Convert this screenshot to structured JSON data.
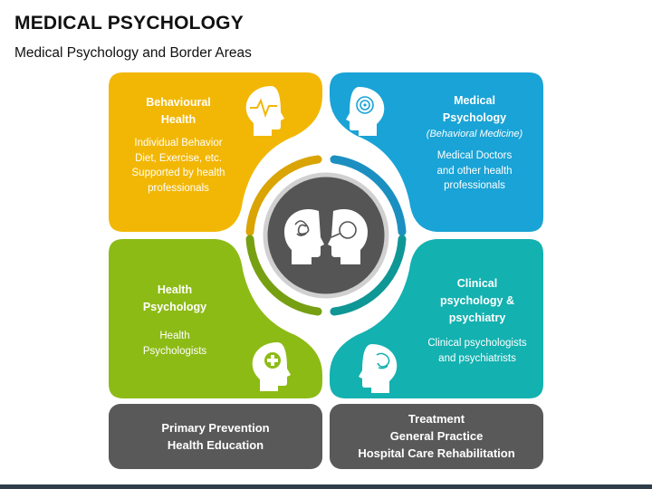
{
  "header": {
    "title": "MEDICAL PSYCHOLOGY",
    "subtitle": "Medical Psychology and Border Areas"
  },
  "quadrants": {
    "top_left": {
      "title_line1": "Behavioural",
      "title_line2": "Health",
      "body_line1": "Individual Behavior",
      "body_line2": "Diet, Exercise, etc.",
      "body_line3": "Supported by health",
      "body_line4": "professionals",
      "color": "#f2b705",
      "icon": "brain-pulse-icon"
    },
    "top_right": {
      "title_line1": "Medical",
      "title_line2": "Psychology",
      "subtitle": "(Behavioral Medicine)",
      "body_line1": "Medical Doctors",
      "body_line2": "and other health",
      "body_line3": "professionals",
      "color": "#1aa3d6",
      "icon": "maze-head-icon"
    },
    "bottom_left": {
      "title_line1": "Health",
      "title_line2": "Psychology",
      "body_line1": "Health",
      "body_line2": "Psychologists",
      "color": "#8dbb16",
      "icon": "medical-cross-head-icon"
    },
    "bottom_right": {
      "title_line1": "Clinical",
      "title_line2": "psychology &",
      "title_line3": "psychiatry",
      "body_line1": "Clinical psychologists",
      "body_line2": "and psychiatrists",
      "color": "#13b1b0",
      "icon": "head-profile-icon"
    }
  },
  "center": {
    "icon": "two-heads-magnifier-icon",
    "color": "#555555"
  },
  "bottom_boxes": {
    "left": {
      "line1": "Primary Prevention",
      "line2": "Health Education"
    },
    "right": {
      "line1": "Treatment",
      "line2": "General Practice",
      "line3": "Hospital Care Rehabilitation"
    },
    "color": "#595959"
  }
}
